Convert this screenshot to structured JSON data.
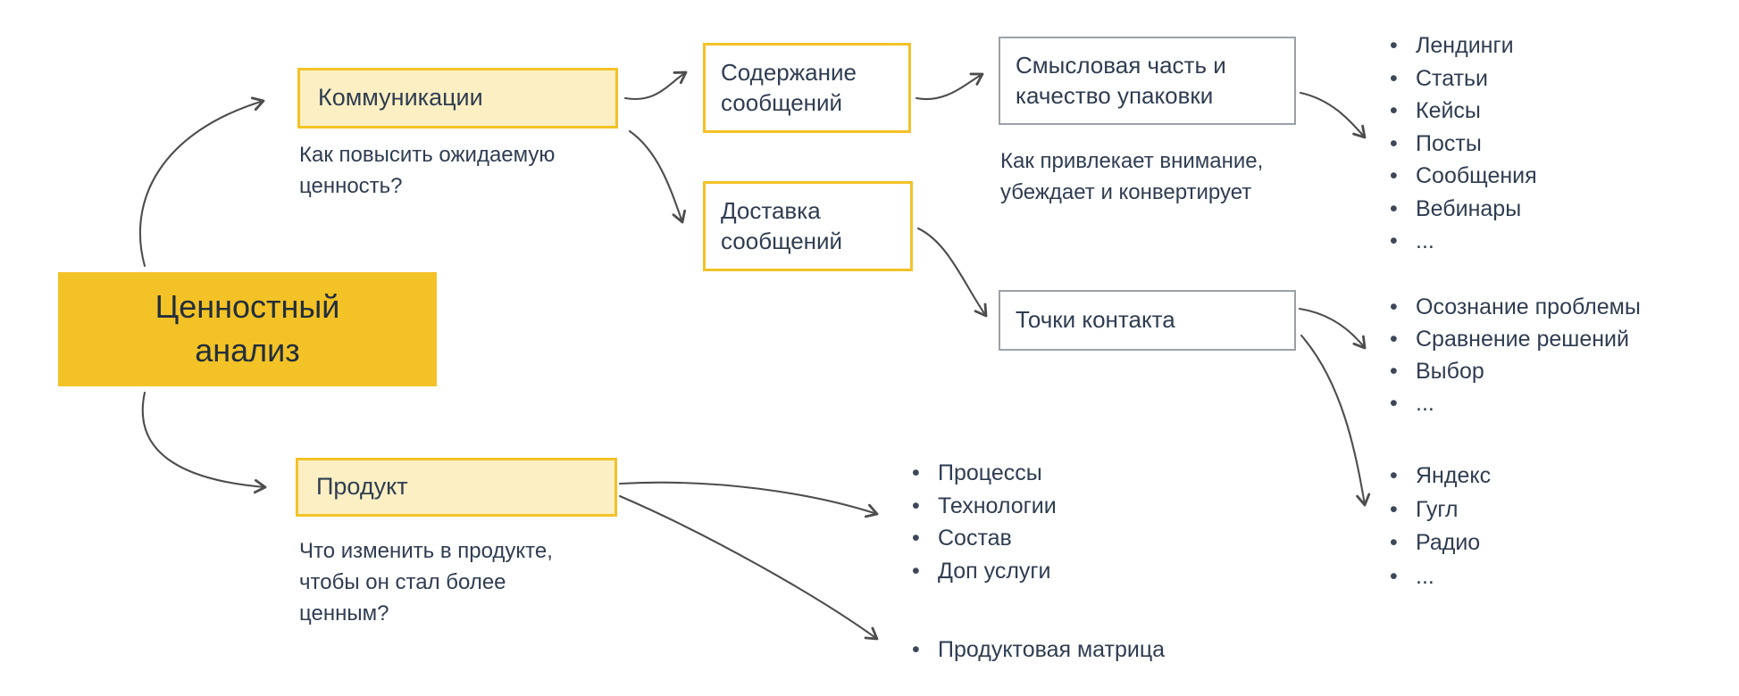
{
  "root": {
    "label": "Ценностный анализ"
  },
  "communications": {
    "label": "Коммуникации",
    "question": "Как повысить ожидаемую ценность?"
  },
  "message_content": {
    "label": "Содержание сообщений"
  },
  "message_delivery": {
    "label": "Доставка сообщений"
  },
  "meaning": {
    "label": "Смысловая часть и качество упаковки",
    "question": "Как привлекает внимание, убеждает и конвертирует"
  },
  "contact_points": {
    "label": "Точки контакта"
  },
  "product": {
    "label": "Продукт",
    "question": "Что изменить в продукте, чтобы он стал более ценным?"
  },
  "lists": {
    "formats": [
      "Лендинги",
      "Статьи",
      "Кейсы",
      "Посты",
      "Сообщения",
      "Вебинары",
      "..."
    ],
    "stages": [
      "Осознание проблемы",
      "Сравнение решений",
      "Выбор",
      "..."
    ],
    "channels": [
      "Яндекс",
      "Гугл",
      "Радио",
      "..."
    ],
    "product_aspects": [
      "Процессы",
      "Технологии",
      "Состав",
      "Доп услуги"
    ],
    "product_matrix": [
      "Продуктовая матрица"
    ]
  },
  "colors": {
    "accent_gold": "#f3c226",
    "accent_gold_light": "#fbefc3",
    "border_gray": "#9ba1a8",
    "text": "#2f3d51",
    "arrow": "#4d4d4d",
    "bullet": "#3c4858"
  }
}
